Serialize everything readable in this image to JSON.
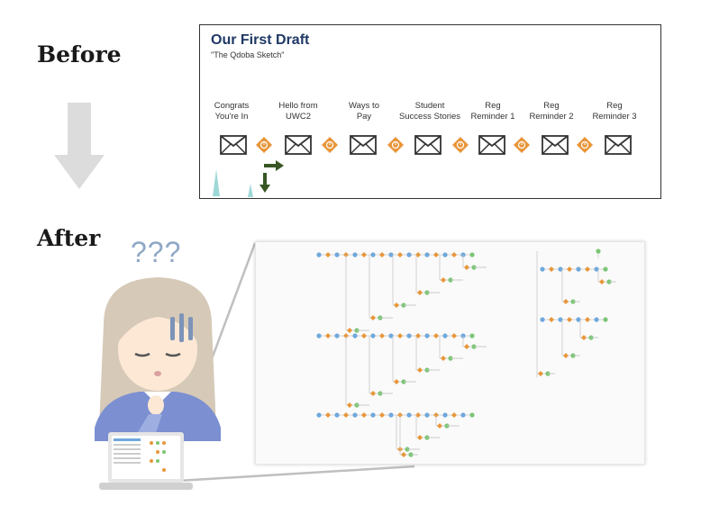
{
  "labels": {
    "before": "Before",
    "after": "After",
    "confused": "???"
  },
  "slide": {
    "title": "Our First Draft",
    "subtitle": "\"The Qdoba Sketch\"",
    "steps": [
      "Congrats\nYou're In",
      "Hello from\nUWC2",
      "Ways to\nPay",
      "Student\nSuccess Stories",
      "Reg\nReminder 1",
      "Reg\nReminder 2",
      "Reg\nReminder 3"
    ]
  },
  "colors": {
    "accent_orange": "#e8963a",
    "node_green": "#7cc576",
    "node_blue": "#6fa8dc",
    "title_navy": "#1f3864",
    "arrow_gray": "#d9d9d9",
    "arrow_green": "#375623"
  }
}
